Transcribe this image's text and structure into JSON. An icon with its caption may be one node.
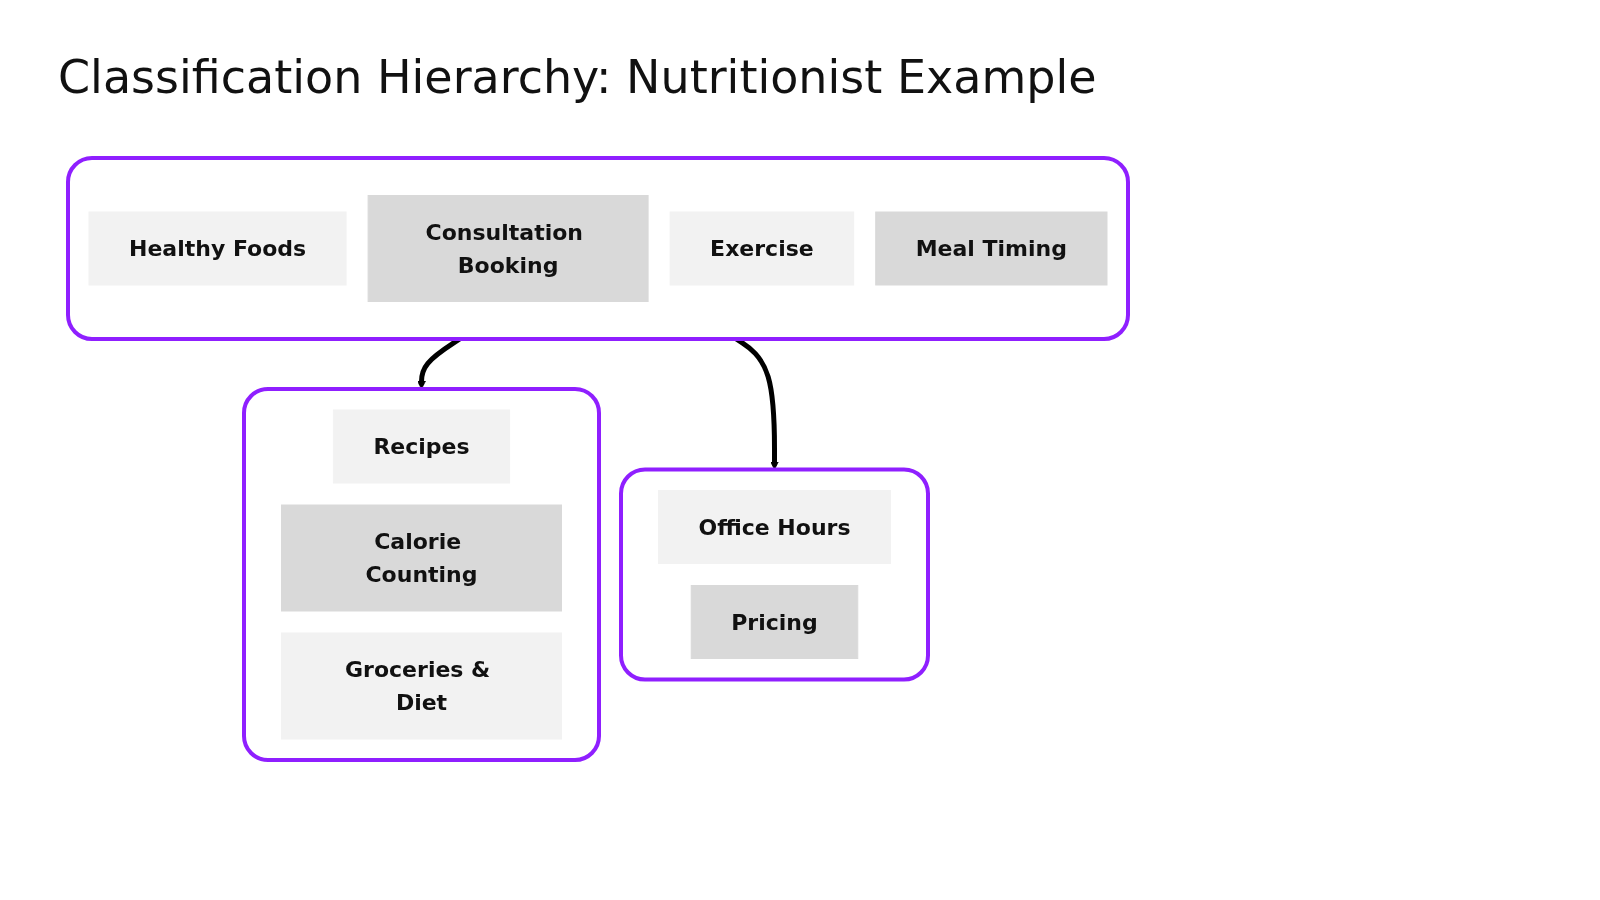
{
  "diagram": {
    "title": "Classification Hierarchy: Nutritionist Example",
    "nodes": [
      {
        "text": [],
        "shape": "box"
      },
      {
        "text": [
          "Healthy Foods"
        ],
        "in": 0
      },
      {
        "text": [
          "Consultation Booking"
        ],
        "in": 0
      },
      {
        "text": [
          "Exercise"
        ],
        "in": 0
      },
      {
        "text": [
          "Meal Timing"
        ],
        "in": 0
      },
      {
        "text": [],
        "shape": "box"
      },
      {
        "text": [
          "Recipes"
        ],
        "in": 5
      },
      {
        "text": [
          "Calorie Counting"
        ],
        "in": 5
      },
      {
        "text": [
          "Groceries & Diet"
        ],
        "in": 5
      },
      {
        "text": [],
        "shape": "box"
      },
      {
        "text": [
          "Office Hours"
        ],
        "in": 9
      },
      {
        "text": [
          "Pricing"
        ],
        "in": 9
      }
    ],
    "edges": [
      {
        "from": 0,
        "to": 5,
        "arrow": "to"
      },
      {
        "from": 0,
        "to": 9,
        "arrow": "to"
      }
    ]
  }
}
